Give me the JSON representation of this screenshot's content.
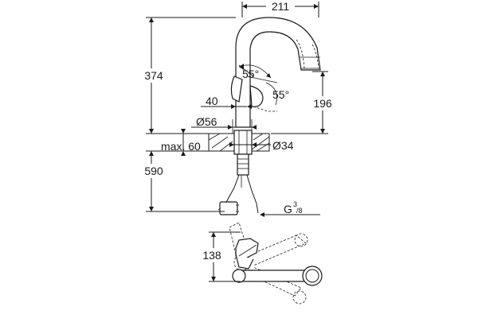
{
  "labels": {
    "width_top": "211",
    "height_total": "374",
    "height_spout": "196",
    "angle_upper": "55°",
    "angle_lower": "55°",
    "lever_offset": "40",
    "base_diameter": "Ø56",
    "max_thickness": "max. 60",
    "hole_diameter": "Ø34",
    "hose_length": "590",
    "thread_main": "G",
    "thread_sup": "3",
    "thread_sub": "/8",
    "plan_dim": "138"
  }
}
